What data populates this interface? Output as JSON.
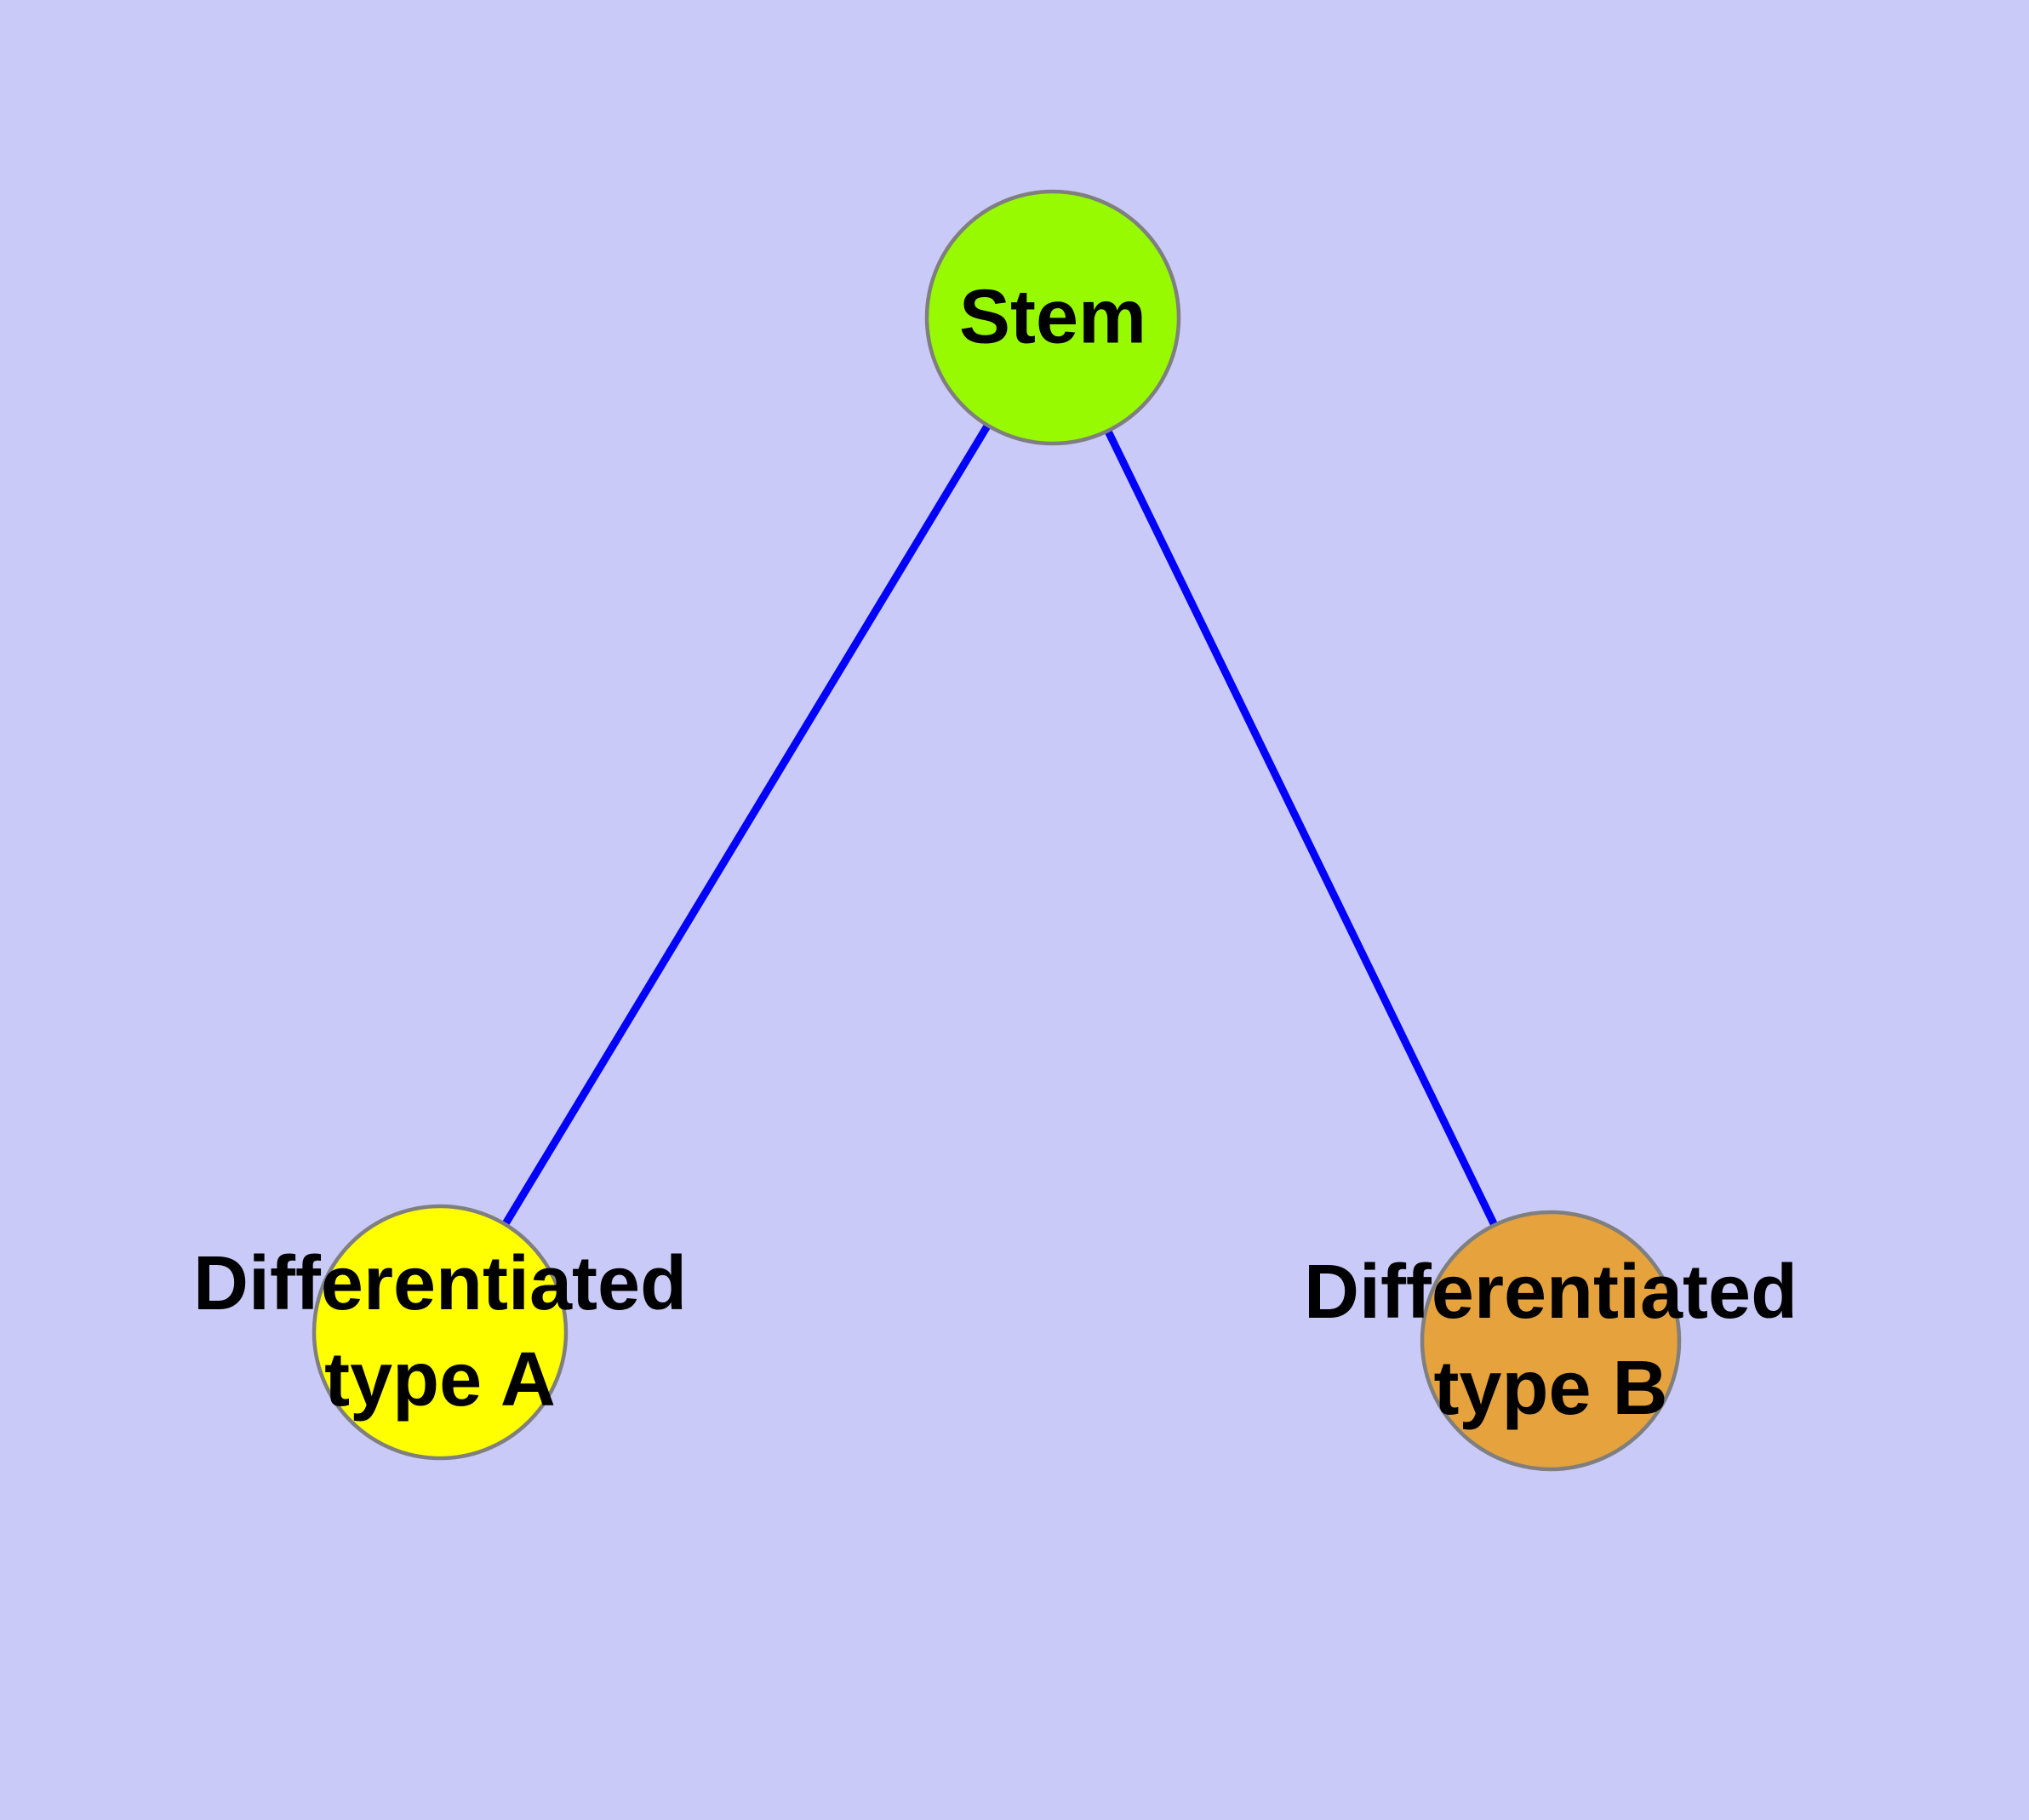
{
  "colors": {
    "background": "#cacaf8",
    "edge": "#0202fa",
    "node_border": "#7f7f7f",
    "label_text": "#000000"
  },
  "graph": {
    "type": "node-link-diagram",
    "nodes": [
      {
        "id": "stem",
        "label": "Stem",
        "label_line1": "Stem",
        "label_line2": "",
        "fill": "#97fa00"
      },
      {
        "id": "type_a",
        "label": "Differentiated type A",
        "label_line1": "Differentiated",
        "label_line2": "type A",
        "fill": "#ffff00"
      },
      {
        "id": "type_b",
        "label": "Differentiated type B",
        "label_line1": "Differentiated",
        "label_line2": "type B",
        "fill": "#e6a23c"
      }
    ],
    "edges": [
      {
        "from": "Stem",
        "to": "Differentiated type A"
      },
      {
        "from": "Stem",
        "to": "Differentiated type B"
      }
    ]
  }
}
